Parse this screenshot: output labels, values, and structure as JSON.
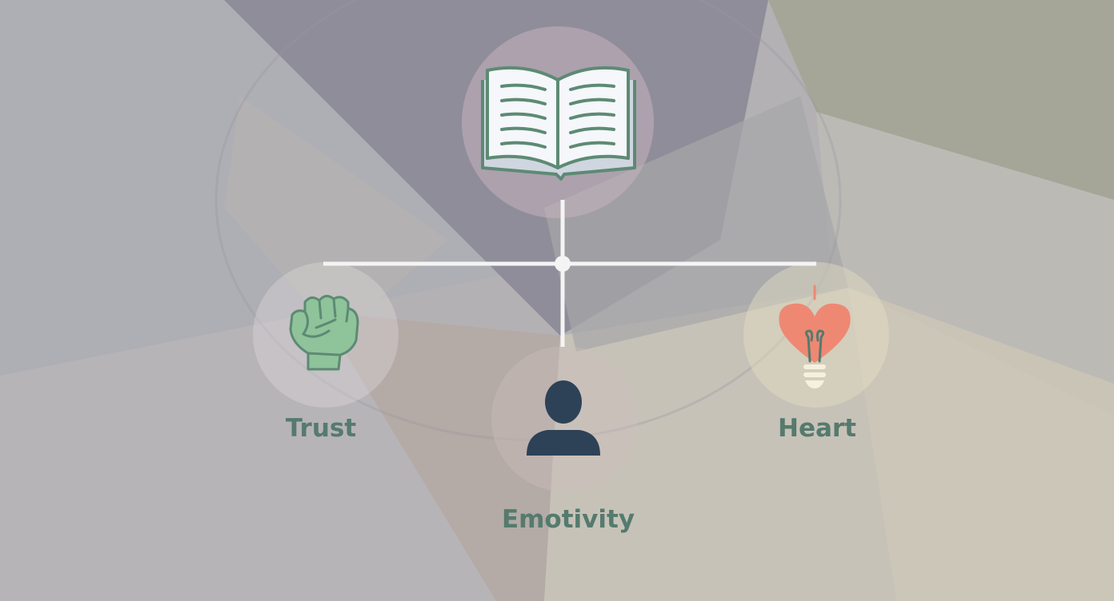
{
  "colors": {
    "label_text": "#557a6e",
    "connector": "#f4f4f4",
    "book_outline": "#5d8a74",
    "fist_fill": "#8fc39a",
    "person_fill": "#2d4257",
    "heart_fill": "#ee8873"
  },
  "diagram": {
    "root": {
      "icon": "open-book-icon"
    },
    "nodes": [
      {
        "id": "trust",
        "label": "Trust",
        "icon": "raised-fist-icon"
      },
      {
        "id": "emotivity",
        "label": "Emotivity",
        "icon": "person-silhouette-icon"
      },
      {
        "id": "heart",
        "label": "Heart",
        "icon": "heart-lightbulb-icon"
      }
    ]
  }
}
